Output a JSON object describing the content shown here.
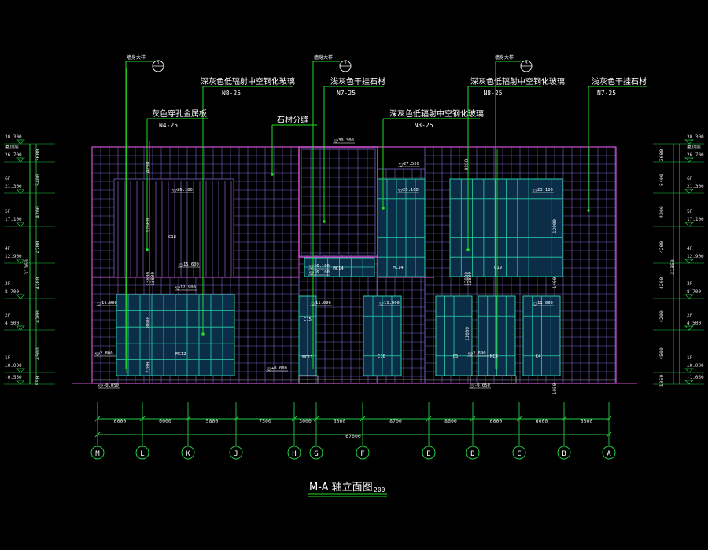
{
  "drawing": {
    "title": "M-A 轴立面图",
    "scale": "200",
    "colors": {
      "background": "#000000",
      "wall_grid": "#7a62c8",
      "outline": "#d050d0",
      "glass": "#2ad0a8",
      "glass_fill": "#0b2d48",
      "leader": "#22dd22",
      "dim": "#22cc44",
      "text": "#ffffff",
      "level_text": "#e0e0e0",
      "white_line": "#cfcfcf",
      "datum": "#b0b0ff"
    }
  },
  "callouts": [
    {
      "id": "c1",
      "title": "深灰色低辐射中空钢化玻璃",
      "code": "N8-25"
    },
    {
      "id": "c2",
      "title": "浅灰色干挂石材",
      "code": "N7-25"
    },
    {
      "id": "c3",
      "title": "深灰色低辐射中空钢化玻璃",
      "code": "N8-25"
    },
    {
      "id": "c4",
      "title": "浅灰色干挂石材",
      "code": "N7-25"
    },
    {
      "id": "c5",
      "title": "灰色穿孔金属板",
      "code": "N4-25"
    },
    {
      "id": "c6",
      "title": "石材分缝",
      "code": ""
    },
    {
      "id": "c7",
      "title": "深灰色低辐射中空钢化玻璃",
      "code": "N8-25"
    }
  ],
  "detail_refs": [
    {
      "label": "墙身大样",
      "num": "1"
    },
    {
      "label": "墙身大样",
      "num": "2"
    },
    {
      "label": "墙身大样",
      "num": "3"
    }
  ],
  "level_scale": {
    "left": [
      {
        "elev": "30.300",
        "floor": ""
      },
      {
        "elev": "26.700",
        "floor": "屋顶层"
      },
      {
        "elev": "21.300",
        "floor": "6F"
      },
      {
        "elev": "17.100",
        "floor": "5F"
      },
      {
        "elev": "12.900",
        "floor": "4F"
      },
      {
        "elev": "8.700",
        "floor": "3F"
      },
      {
        "elev": "4.500",
        "floor": "2F"
      },
      {
        "elev": "±0.000",
        "floor": "1F"
      },
      {
        "elev": "-0.550",
        "floor": ""
      }
    ],
    "right": [
      {
        "elev": "30.300",
        "floor": ""
      },
      {
        "elev": "26.700",
        "floor": "屋顶层"
      },
      {
        "elev": "21.300",
        "floor": "6F"
      },
      {
        "elev": "17.100",
        "floor": "5F"
      },
      {
        "elev": "12.900",
        "floor": "4F"
      },
      {
        "elev": "8.700",
        "floor": "3F"
      },
      {
        "elev": "4.500",
        "floor": "2F"
      },
      {
        "elev": "±0.000",
        "floor": "1F"
      },
      {
        "elev": "-1.050",
        "floor": ""
      }
    ],
    "segments": [
      "3600",
      "5400",
      "4200",
      "4200",
      "4200",
      "4200",
      "4500",
      "550"
    ],
    "segments_right": [
      "3600",
      "5400",
      "4200",
      "4200",
      "4200",
      "4200",
      "4500",
      "1050"
    ],
    "total_left": "31160",
    "total_right": "31350"
  },
  "elevation_labels": [
    "30.300",
    "27.550",
    "26.100",
    "26.100",
    "23.100",
    "16.100",
    "16.100",
    "15.600",
    "12.900",
    "11.000",
    "11.000",
    "11.000",
    "11.000",
    "2.800",
    "2.600",
    "±0.000",
    "-0.050",
    "-0.050"
  ],
  "window_tags": [
    "C18",
    "C19",
    "MC14",
    "MC14",
    "MC12",
    "C15",
    "MC11",
    "C10",
    "C5",
    "MC4",
    "C4"
  ],
  "vertical_dims": [
    "4200",
    "12600",
    "13800",
    "13800",
    "4200",
    "13800",
    "8800",
    "2200",
    "11000",
    "13800",
    "12000",
    "1400",
    "1050"
  ],
  "axis_dims": {
    "spans": [
      "6000",
      "6000",
      "5800",
      "7500",
      "3000",
      "6000",
      "8700",
      "8600",
      "6000",
      "6000",
      "6000"
    ],
    "total": "67600"
  },
  "axes": [
    "M",
    "L",
    "K",
    "J",
    "H",
    "G",
    "F",
    "E",
    "D",
    "C",
    "B",
    "A"
  ]
}
